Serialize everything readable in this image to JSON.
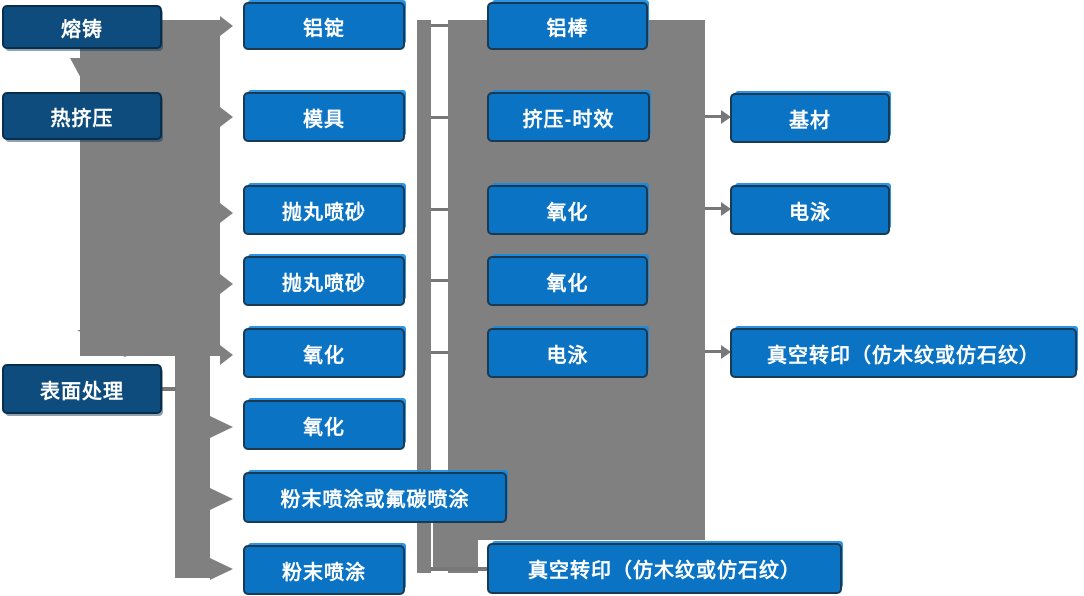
{
  "diagram": {
    "type": "flowchart",
    "columns": [
      {
        "name": "process-stages",
        "nodes": [
          {
            "label": "熔铸"
          },
          {
            "label": "热挤压"
          },
          {
            "label": "表面处理"
          }
        ]
      },
      {
        "name": "stage-2",
        "nodes": [
          {
            "label": "铝锭"
          },
          {
            "label": "模具"
          },
          {
            "label": "抛丸喷砂"
          },
          {
            "label": "抛丸喷砂"
          },
          {
            "label": "氧化"
          },
          {
            "label": "氧化"
          },
          {
            "label": "粉末喷涂或氟碳喷涂"
          },
          {
            "label": "粉末喷涂"
          }
        ]
      },
      {
        "name": "stage-3",
        "nodes": [
          {
            "label": "铝棒"
          },
          {
            "label": "挤压-时效"
          },
          {
            "label": "氧化"
          },
          {
            "label": "氧化"
          },
          {
            "label": "电泳"
          },
          {
            "label": "真空转印（仿木纹或仿石纹）"
          }
        ]
      },
      {
        "name": "stage-4",
        "nodes": [
          {
            "label": "基材"
          },
          {
            "label": "电泳"
          },
          {
            "label": "真空转印（仿木纹或仿石纹）"
          }
        ]
      }
    ],
    "colors": {
      "node_dark_blue": "#0e4c7d",
      "node_blue": "#0b73c4",
      "node_highlight": "#118ae3",
      "connector_gray": "#808080",
      "text": "#ffffff"
    }
  }
}
